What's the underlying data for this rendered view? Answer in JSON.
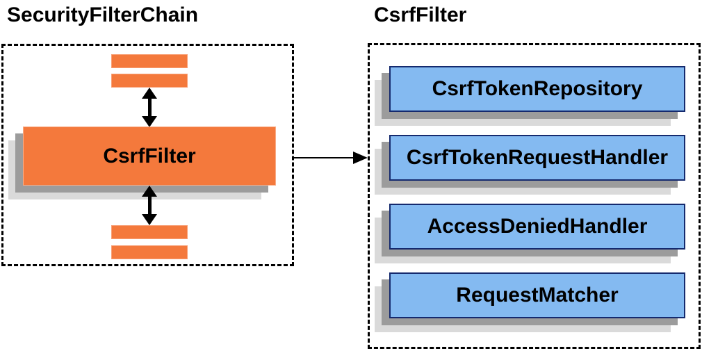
{
  "left_panel": {
    "title": "SecurityFilterChain",
    "filter_box": {
      "label": "CsrfFilter"
    }
  },
  "right_panel": {
    "title": "CsrfFilter",
    "components": [
      {
        "label": "CsrfTokenRepository"
      },
      {
        "label": "CsrfTokenRequestHandler"
      },
      {
        "label": "AccessDeniedHandler"
      },
      {
        "label": "RequestMatcher"
      }
    ]
  },
  "colors": {
    "orange_fill": "#f4793c",
    "orange_border": "#f89e74",
    "blue_fill": "#84baf1",
    "blue_border": "#152a6e",
    "shadow_dark": "#9c9c9c",
    "shadow_light": "#dadada",
    "line_black": "#000000",
    "background": "#ffffff"
  }
}
